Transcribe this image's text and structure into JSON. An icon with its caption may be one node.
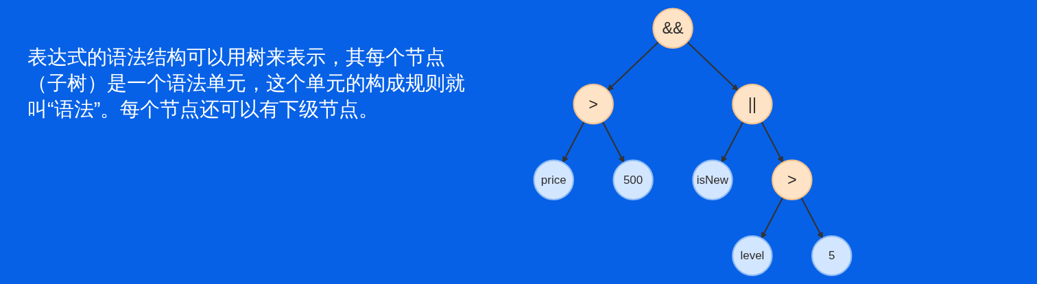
{
  "diagram": {
    "nodes": [
      {
        "text": [
          "&&"
        ]
      },
      {
        "text": [
          ">"
        ]
      },
      {
        "text": [
          "||"
        ]
      },
      {
        "text": [
          "price"
        ]
      },
      {
        "text": [
          "500"
        ]
      },
      {
        "text": [
          "isNew"
        ]
      },
      {
        "text": [
          ">"
        ]
      },
      {
        "text": [
          "level"
        ]
      },
      {
        "text": [
          "5"
        ]
      }
    ],
    "edges": [
      {
        "from": 0,
        "to": 1,
        "arrow": "to"
      },
      {
        "from": 0,
        "to": 2,
        "arrow": "to"
      },
      {
        "from": 1,
        "to": 3,
        "arrow": "to"
      },
      {
        "from": 1,
        "to": 4,
        "arrow": "to"
      },
      {
        "from": 2,
        "to": 5,
        "arrow": "to"
      },
      {
        "from": 2,
        "to": 6,
        "arrow": "to"
      },
      {
        "from": 6,
        "to": 7,
        "arrow": "to"
      },
      {
        "from": 6,
        "to": 8,
        "arrow": "to"
      }
    ],
    "labels": [
      "表达式的语法结构可以用树来表示，其每个节点（子树）是一个语法单元，这个单元的构成规则就叫“语法”。每个节点还可以有下级节点。"
    ]
  }
}
